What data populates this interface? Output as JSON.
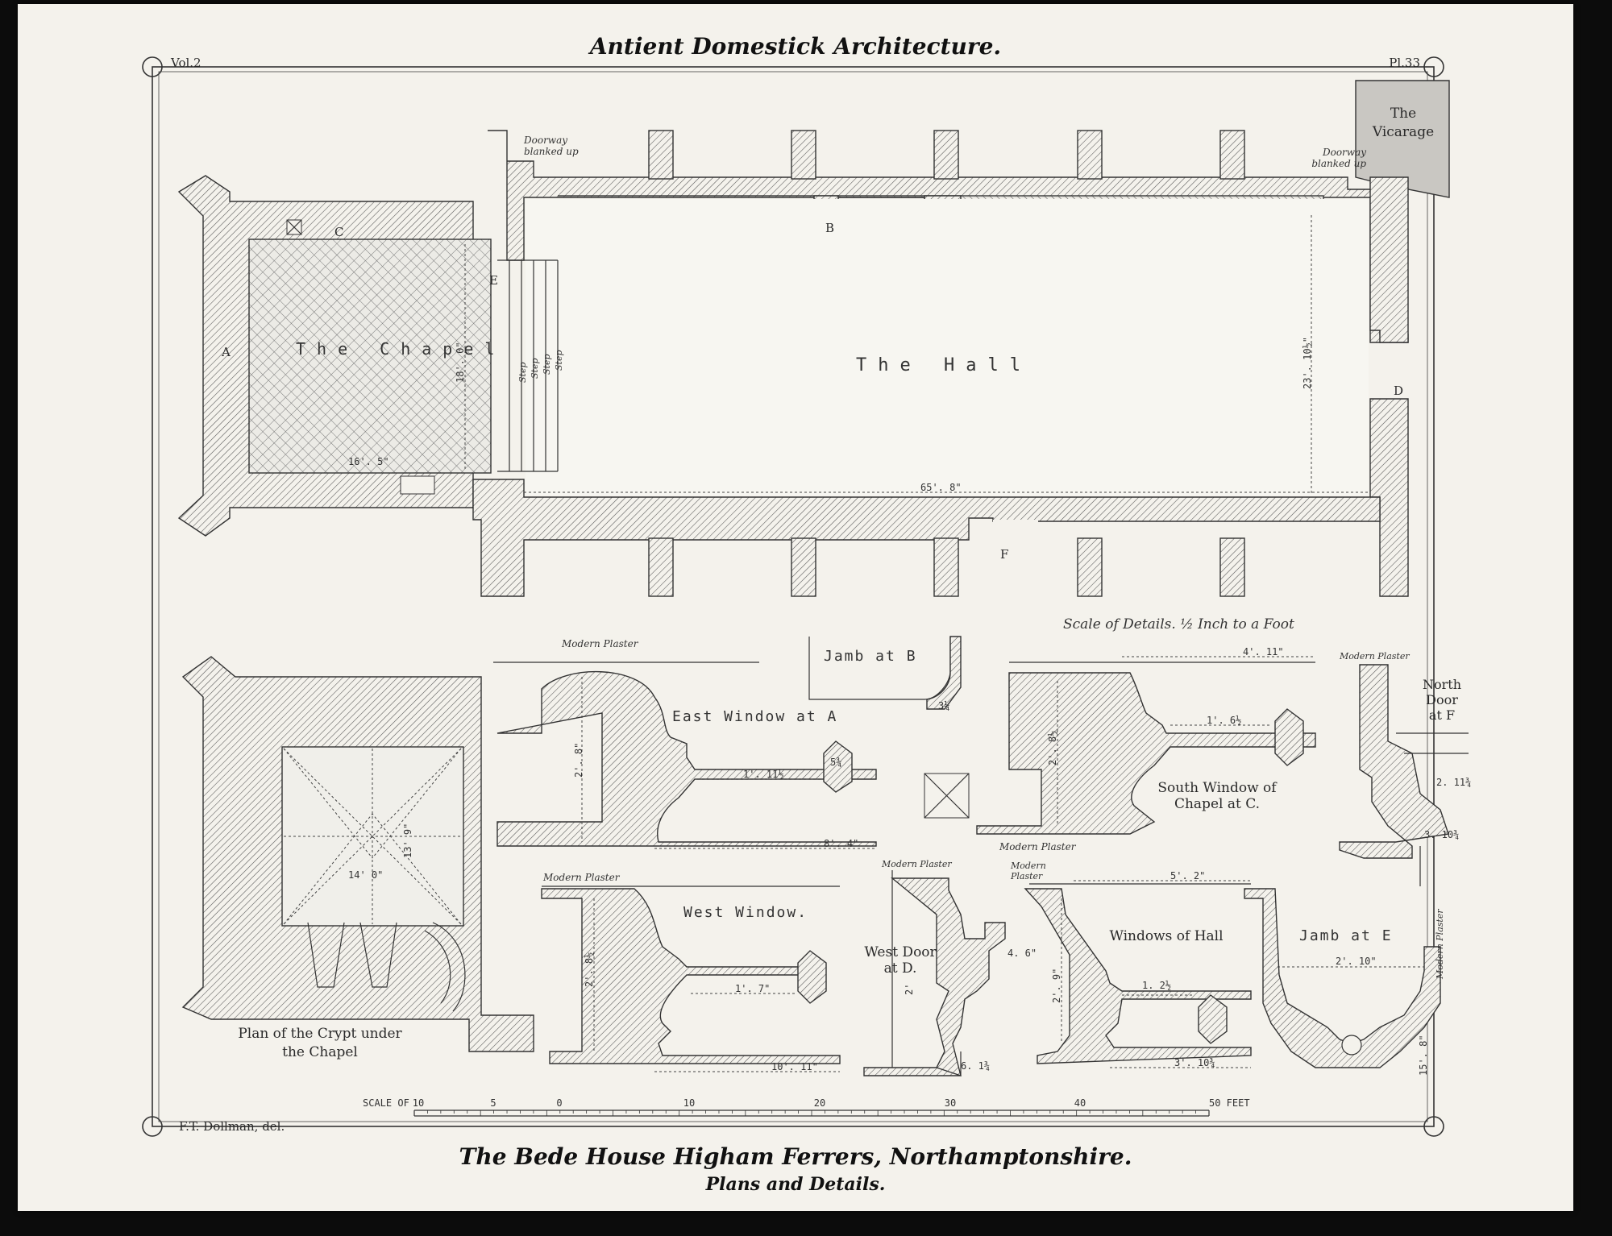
{
  "header": {
    "series_title": "Antient Domestick Architecture.",
    "volume": "Vol.2",
    "plate_no": "Pl.33"
  },
  "footer": {
    "delineator": "F.T. Dollman, del.",
    "main_title": "The Bede House Higham Ferrers, Northamptonshire.",
    "subtitle": "Plans and Details."
  },
  "plan": {
    "rooms": {
      "chapel": "The Chapel",
      "hall": "The Hall",
      "vicarage_1": "The",
      "vicarage_2": "Vicarage"
    },
    "notes": {
      "doorway_left_1": "Doorway",
      "doorway_left_2": "blanked up",
      "doorway_right_1": "Doorway",
      "doorway_right_2": "blanked up",
      "step_1": "Step",
      "step_2": "Step",
      "step_3": "Step",
      "step_4": "Step"
    },
    "markers": {
      "a": "A",
      "b": "B",
      "c": "C",
      "d": "D",
      "e": "E",
      "f": "F"
    },
    "dimensions": {
      "chapel_depth": "18'. 0\"",
      "chapel_width": "16'. 5\"",
      "hall_length": "65'. 8\"",
      "hall_width": "23'. 10½\""
    }
  },
  "details": {
    "scale_note": "Scale of Details. ½ Inch to a Foot",
    "modern_plaster": "Modern Plaster",
    "modern": "Modern",
    "plaster": "Plaster",
    "east_window": {
      "title": "East Window at A",
      "d1": "2'. 8\"",
      "d2": "1'. 11½",
      "d3": "5¾",
      "d4": "8'. 4\""
    },
    "jamb_b": {
      "title": "Jamb at B",
      "d1": "3¼"
    },
    "south_window": {
      "title_1": "South Window of",
      "title_2": "Chapel at C.",
      "d1": "4'. 11\"",
      "d2": "1'. 6½",
      "d3": "2'. 8½"
    },
    "north_door": {
      "title_1": "North",
      "title_2": "Door",
      "title_3": "at F",
      "d1": "2. 11¾",
      "d2": "3. 10¾"
    },
    "west_window": {
      "title": "West Window.",
      "d1": "2'. 8½",
      "d2": "1'. 7\"",
      "d3": "10'. 11\""
    },
    "west_door": {
      "title_1": "West Door",
      "title_2": "at D.",
      "d1": "4. 6\"",
      "d2": "2'",
      "d3": "6. 1¾"
    },
    "windows_hall": {
      "title": "Windows of Hall",
      "d1": "5'. 2\"",
      "d2": "2'. 9\"",
      "d3": "1. 2½",
      "d4": "3'. 10¾"
    },
    "jamb_e": {
      "title": "Jamb at E",
      "d1": "2'. 10\"",
      "d2": "15'. 8\""
    }
  },
  "crypt": {
    "title_1": "Plan of the Crypt under",
    "title_2": "the Chapel",
    "d1": "14' 0\"",
    "d2": "13' 9\""
  },
  "scale_bar": {
    "label": "SCALE OF",
    "ticks": [
      "10",
      "5",
      "0",
      "10",
      "20",
      "30",
      "40",
      "50 FEET"
    ]
  }
}
